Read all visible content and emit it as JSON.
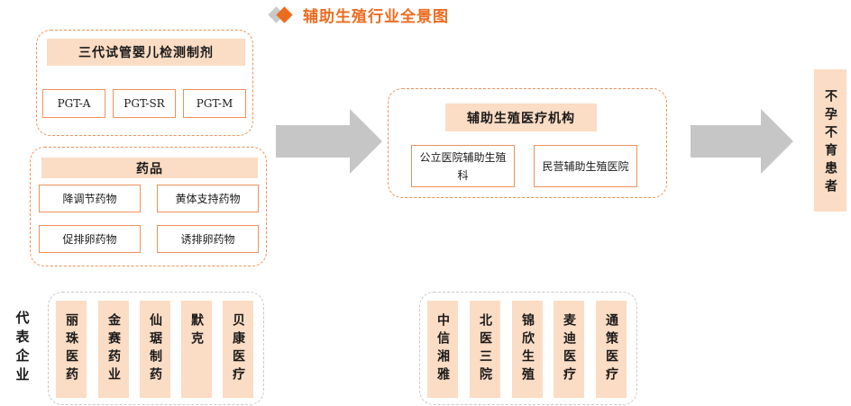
{
  "title": "辅助生殖行业全景图",
  "left_panel": {
    "genetic_test": {
      "header": "三代试管婴儿检测制剂",
      "items": [
        "PGT-A",
        "PGT-SR",
        "PGT-M"
      ]
    },
    "drugs": {
      "header": "药品",
      "items": [
        "降调节药物",
        "黄体支持药物",
        "促排卵药物",
        "诱排卵药物"
      ]
    }
  },
  "middle_panel": {
    "header": "辅助生殖医疗机构",
    "items": [
      "公立医院辅助生殖科",
      "民营辅助生殖医院"
    ]
  },
  "right_label": "不孕不育患者",
  "companies_label": "代表企业",
  "left_companies": [
    "丽珠医药",
    "金赛药业",
    "仙琚制药",
    "默克",
    "贝康医疗"
  ],
  "middle_companies": [
    "中信湘雅",
    "北医三院",
    "锦欣生殖",
    "麦迪医疗",
    "通策医疗"
  ],
  "colors": {
    "accent": "#ec6c1f",
    "peach": "#fbdcc4",
    "arrow": "#c6c6c6",
    "dash_grey": "#c9c9c9"
  }
}
